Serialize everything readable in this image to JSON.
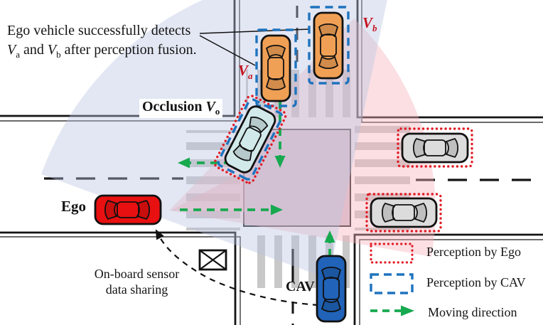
{
  "figure": {
    "annotation": {
      "line1": "Ego vehicle successfully detects",
      "v1": "V",
      "v1_sub": "a",
      "mid": " and ",
      "v2": "V",
      "v2_sub": "b",
      "line2_tail": " after perception fusion."
    },
    "labels": {
      "occlusion_prefix": "Occlusion ",
      "occlusion_v": "V",
      "occlusion_sub": "o",
      "va_v": "V",
      "va_sub": "a",
      "vb_v": "V",
      "vb_sub": "b",
      "ego": "Ego",
      "cav": "CAV",
      "sharing_line1": "On-board sensor",
      "sharing_line2": "data sharing"
    },
    "legend": {
      "items": [
        {
          "label": "Perception by Ego",
          "symbol": "red-dotted-box"
        },
        {
          "label": "Perception by CAV",
          "symbol": "blue-dashed-box"
        },
        {
          "label": "Moving direction",
          "symbol": "green-dashed-arrow"
        }
      ]
    },
    "colors": {
      "label_red": "#c41320",
      "perception_ego_red": "#e01b24",
      "perception_cav_blue": "#1e73be",
      "moving_green": "#17a94f",
      "car_orange": "#f0a055",
      "car_occlusion": "#d2e9ea",
      "car_ego_red": "#e81010",
      "car_cav_blue": "#2063b8",
      "car_gray": "#dcdcdc",
      "intersection_fill": "#d6c6d4",
      "fan_pink": "#f5b3bc",
      "fan_blue": "#b9c3e0"
    }
  }
}
